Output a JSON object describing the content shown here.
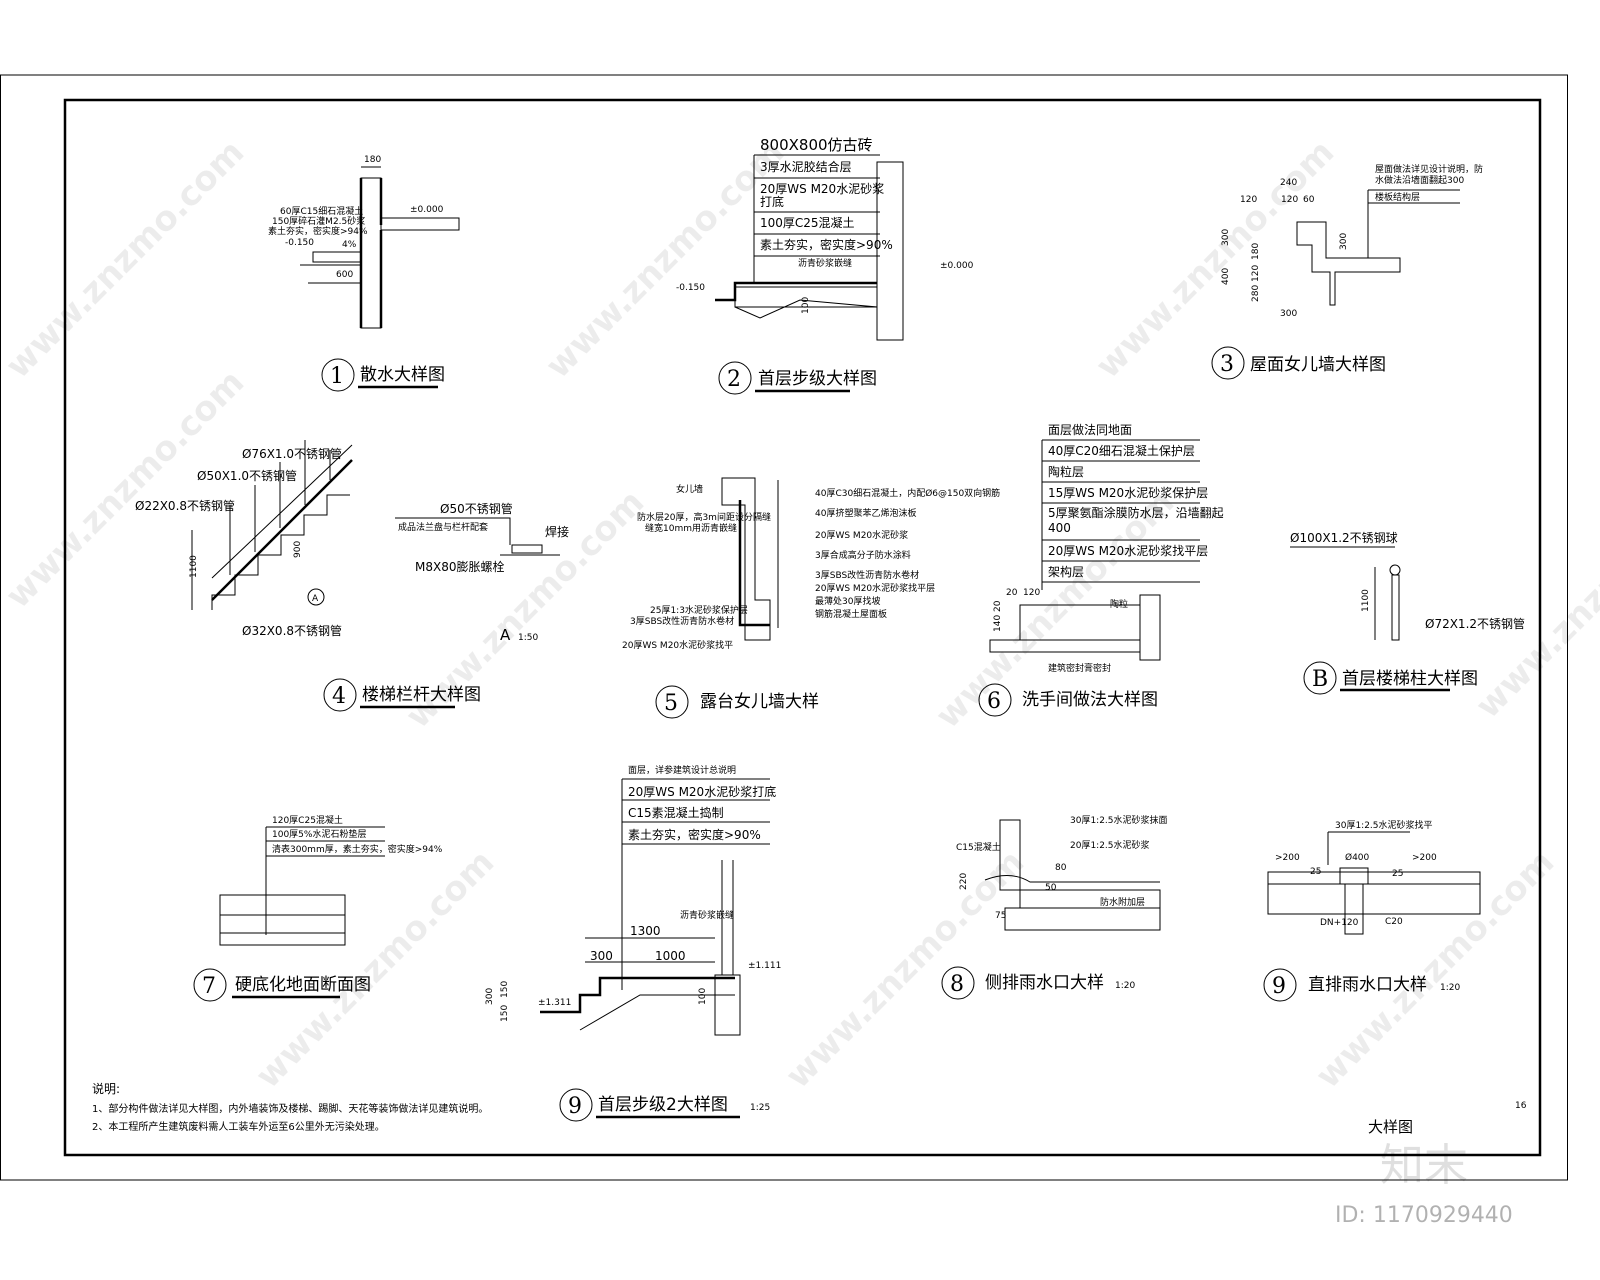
{
  "sheet": {
    "title": "大样图",
    "page_no": "16",
    "notes_heading": "说明:",
    "notes": [
      "1、部分构件做法详见大样图，内外墙装饰及楼梯、踢脚、天花等装饰做法详见建筑说明。",
      "2、本工程所产生建筑废料需人工装车外运至6公里外无污染处理。"
    ]
  },
  "details": {
    "d1": {
      "num": "1",
      "title": "散水大样图",
      "labels": [
        "60厚C15细石混凝土",
        "150厚碎石灌M2.5砂浆",
        "素土夯实，密实度>94%",
        "-0.150",
        "±0.000",
        "180",
        "600",
        "4%"
      ]
    },
    "d2": {
      "num": "2",
      "title": "首层步级大样图",
      "header": "800X800仿古砖",
      "layers": [
        "3厚水泥胶结合层",
        "20厚WS M20水泥砂浆",
        "打底",
        "100厚C25混凝土",
        "素土夯实，密实度>90%"
      ],
      "labels": [
        "沥青砂浆嵌缝",
        "-0.150",
        "±0.000",
        "100"
      ]
    },
    "d3": {
      "num": "3",
      "title": "屋面女儿墙大样图",
      "labels": [
        "屋面做法详见设计说明，防",
        "水做法沿墙面翻起300",
        "楼板结构层",
        "240",
        "120",
        "120",
        "60",
        "300",
        "180",
        "120",
        "280",
        "400",
        "300",
        "300"
      ]
    },
    "d4": {
      "num": "4",
      "title": "楼梯栏杆大样图",
      "labels": [
        "Ø76X1.0不锈钢管",
        "Ø50X1.0不锈钢管",
        "Ø22X0.8不锈钢管",
        "Ø32X0.8不锈钢管",
        "1100",
        "900",
        "A"
      ]
    },
    "dA": {
      "num": "A",
      "scale": "1:50",
      "labels": [
        "Ø50不锈钢管",
        "成品法兰盘与栏杆配套",
        "M8X80膨胀螺栓",
        "焊接"
      ]
    },
    "d5": {
      "num": "5",
      "title": "露台女儿墙大样",
      "labels": [
        "40厚C30细石混凝土，内配Ø6@150双向钢筋",
        "40厚挤塑聚苯乙烯泡沫板",
        "20厚WS M20水泥砂浆",
        "3厚合成高分子防水涂料",
        "3厚SBS改性沥青防水卷材",
        "20厚WS M20水泥砂浆找平层",
        "最薄处30厚找坡",
        "钢筋混凝土屋面板",
        "女儿墙",
        "防水层20厚，高3m间距设分隔缝",
        "缝宽10mm用沥青嵌缝",
        "25厚1:3水泥砂浆保护层",
        "3厚SBS改性沥青防水卷材",
        "20厚WS M20水泥砂浆找平"
      ]
    },
    "d6": {
      "num": "6",
      "title": "洗手间做法大样图",
      "header": "面层做法同地面",
      "layers": [
        "40厚C20细石混凝土保护层",
        "陶粒层",
        "15厚WS M20水泥砂浆保护层",
        "5厚聚氨酯涂膜防水层，沿墙翻起",
        "400",
        "20厚WS M20水泥砂浆找平层",
        "架构层"
      ],
      "labels": [
        "陶粒",
        "建筑密封膏密封",
        "20",
        "120",
        "140",
        "20"
      ]
    },
    "dB": {
      "num": "B",
      "title": "首层楼梯柱大样图",
      "labels": [
        "Ø100X1.2不锈钢球",
        "Ø72X1.2不锈钢管",
        "1100"
      ]
    },
    "d7": {
      "num": "7",
      "title": "硬底化地面断面图",
      "header": "120厚C25混凝土",
      "layers": [
        "100厚5%水泥石粉垫层",
        "清表300mm厚，素土夯实，密实度>94%"
      ]
    },
    "d9a": {
      "num": "9",
      "title": "首层步级2大样图",
      "scale": "1:25",
      "header": "面层，详参建筑设计总说明",
      "layers": [
        "20厚WS M20水泥砂浆打底",
        "C15素混凝土捣制",
        "素土夯实，密实度>90%"
      ],
      "labels": [
        "沥青砂浆嵌缝",
        "1300",
        "300",
        "1000",
        "300",
        "150",
        "150",
        "100",
        "±1.111",
        "±1.311"
      ]
    },
    "d8": {
      "num": "8",
      "title": "侧排雨水口大样",
      "scale": "1:20",
      "labels": [
        "30厚1:2.5水泥砂浆抹面",
        "20厚1:2.5水泥砂浆",
        "C15混凝土",
        "防水附加层",
        "80",
        "220",
        "50",
        "75"
      ]
    },
    "d9b": {
      "num": "9",
      "title": "直排雨水口大样",
      "scale": "1:20",
      "labels": [
        "30厚1:2.5水泥砂浆找平",
        ">200",
        "Ø400",
        ">200",
        "DN+120",
        "C20",
        "25",
        "25"
      ]
    }
  },
  "watermark": {
    "site": "www.znzmo.com",
    "brand": "知末",
    "id": "ID: 1170929440"
  }
}
